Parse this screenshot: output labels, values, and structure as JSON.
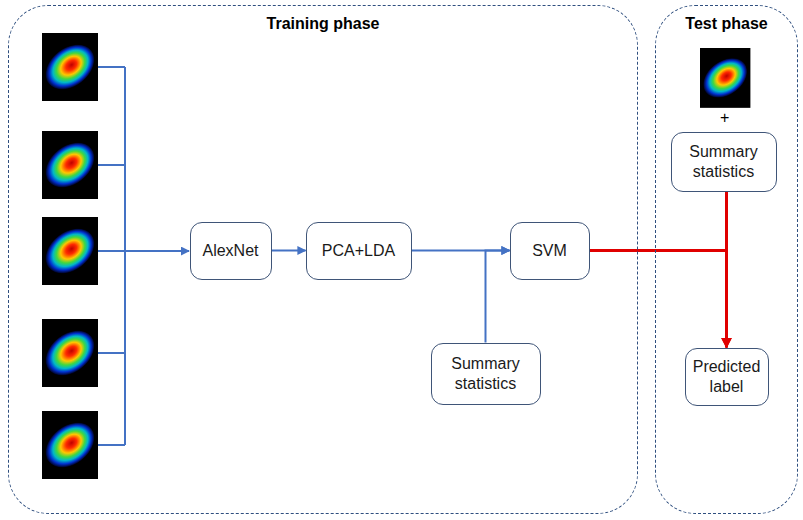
{
  "diagram": {
    "nodes": [
      {
        "text": [
          "Training phase"
        ]
      },
      {
        "text": [
          "AlexNet"
        ],
        "in": 0
      },
      {
        "text": [
          "PCA+LDA"
        ],
        "in": 0
      },
      {
        "text": [
          "SVM"
        ],
        "in": 0
      },
      {
        "text": [
          "Summary statistics"
        ],
        "in": 0
      },
      {
        "text": [
          "Test phase"
        ]
      },
      {
        "text": [
          "Summary statistics"
        ],
        "in": 5
      },
      {
        "text": [
          "Predicted label"
        ],
        "in": 5
      }
    ],
    "edges": [
      {
        "from": 1,
        "to": 2,
        "arrow": "to"
      },
      {
        "from": 2,
        "to": 3,
        "arrow": "to"
      },
      {
        "from": 4,
        "to": 3,
        "arrow": "to"
      },
      {
        "from": 3,
        "to": 7,
        "arrow": "to"
      },
      {
        "from": 6,
        "to": 7,
        "arrow": "to"
      }
    ],
    "labels": [
      "+"
    ]
  }
}
